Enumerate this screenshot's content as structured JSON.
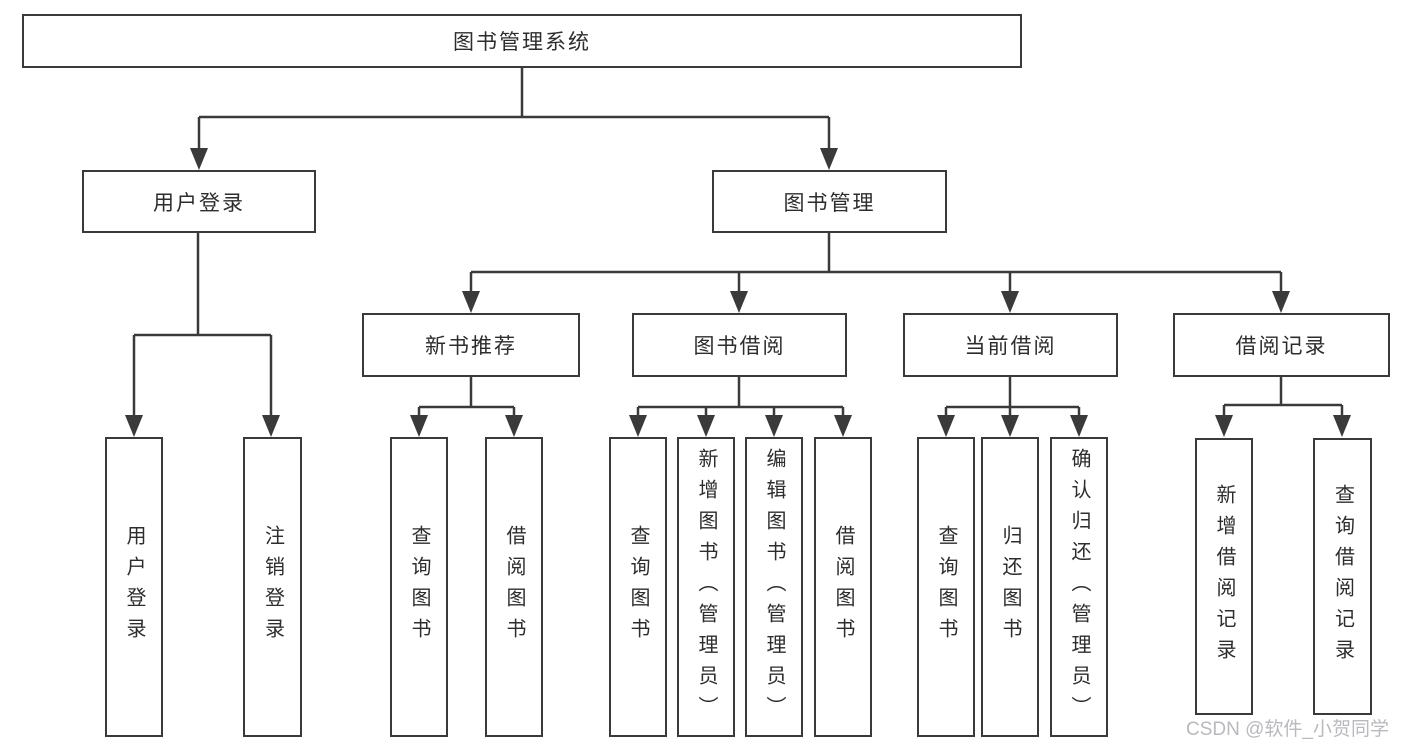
{
  "diagram": {
    "root": {
      "label": "图书管理系统"
    },
    "user_branch": {
      "label": "用户登录",
      "children": [
        {
          "label": "用户登录"
        },
        {
          "label": "注销登录"
        }
      ]
    },
    "book_branch": {
      "label": "图书管理",
      "sections": [
        {
          "label": "新书推荐",
          "children": [
            {
              "label": "查询图书"
            },
            {
              "label": "借阅图书"
            }
          ]
        },
        {
          "label": "图书借阅",
          "children": [
            {
              "label": "查询图书"
            },
            {
              "label": "新增图书（管理员）"
            },
            {
              "label": "编辑图书（管理员）"
            },
            {
              "label": "借阅图书"
            }
          ]
        },
        {
          "label": "当前借阅",
          "children": [
            {
              "label": "查询图书"
            },
            {
              "label": "归还图书"
            },
            {
              "label": "确认归还（管理员）"
            }
          ]
        },
        {
          "label": "借阅记录",
          "children": [
            {
              "label": "新增借阅记录"
            },
            {
              "label": "查询借阅记录"
            }
          ]
        }
      ]
    }
  },
  "watermark": {
    "text": "CSDN @软件_小贺同学"
  },
  "colors": {
    "line": "#3a3a3a",
    "text": "#2d2d2d",
    "watermark": "#b9b9be",
    "background": "#ffffff"
  }
}
